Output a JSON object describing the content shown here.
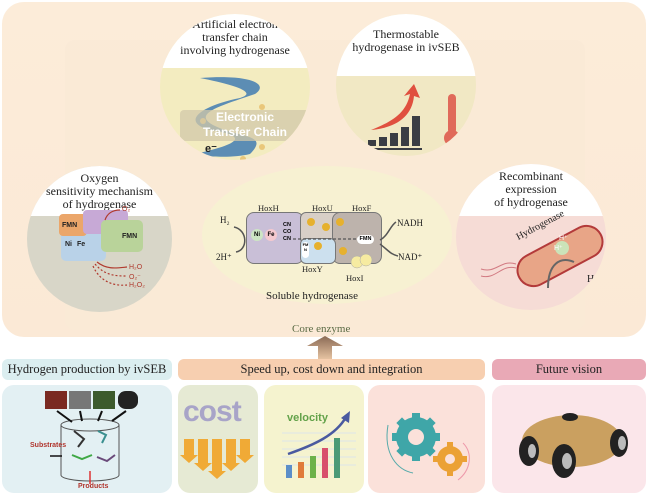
{
  "diagram": {
    "top_section": {
      "circles": [
        {
          "id": "electron-chain",
          "caption": [
            "Artificial electron",
            "transfer chain",
            "involving hydrogenase"
          ],
          "inner_label": [
            "Electronic",
            "Transfer Chain"
          ],
          "electron_symbol": "e⁻"
        },
        {
          "id": "thermostable",
          "caption": [
            "Thermostable",
            "hydrogenase in ivSEB"
          ]
        },
        {
          "id": "oxygen",
          "caption": [
            "Oxygen",
            "sensitivity mechanism",
            "of hydrogenase"
          ],
          "labels": {
            "fmn1": "FMN",
            "fmn2": "FMN",
            "ni": "Ni",
            "fe": "Fe",
            "o2_in": "O₂",
            "h2o": "H₂O",
            "o2_minus": "O₂⁻",
            "h2o2": "H₂O₂"
          }
        },
        {
          "id": "recombinant",
          "caption": [
            "Recombinant",
            "expression",
            "of hydrogenase"
          ],
          "labels": {
            "bacterium": "Hydrogenase",
            "h_plus_1": "H⁺",
            "h_plus_2": "H⁺",
            "h2": "H₂"
          }
        }
      ],
      "center": {
        "title": "Soluble hydrogenase",
        "subunits": {
          "hoxh": "HoxH",
          "hoxu": "HoxU",
          "hoxf": "HoxF",
          "hoxy": "HoxY",
          "hoxi": "HoxI"
        },
        "labels": {
          "h2": "H₂",
          "two_h_plus": "2H⁺",
          "ni": "Ni",
          "fe": "Fe",
          "cn1": "CN",
          "co": "CO",
          "cn2": "CN",
          "fmn_small": "FMN",
          "fmn": "FMN",
          "nadh": "NADH",
          "nad_plus": "NAD⁺"
        }
      },
      "core_label": "Core enzyme"
    },
    "bands": [
      {
        "label": "Hydrogen production by ivSEB",
        "color": "#dbeef0"
      },
      {
        "label": "Speed up, cost down and integration",
        "color": "#f7cfb0"
      },
      {
        "label": "Future vision",
        "color": "#e9a9b6"
      }
    ],
    "cards": {
      "ivseb": {
        "substrates": "Substrates",
        "products": "Products"
      },
      "cost": {
        "word": "cost"
      },
      "velocity": {
        "word": "velocity"
      },
      "integration": {},
      "future": {}
    }
  }
}
